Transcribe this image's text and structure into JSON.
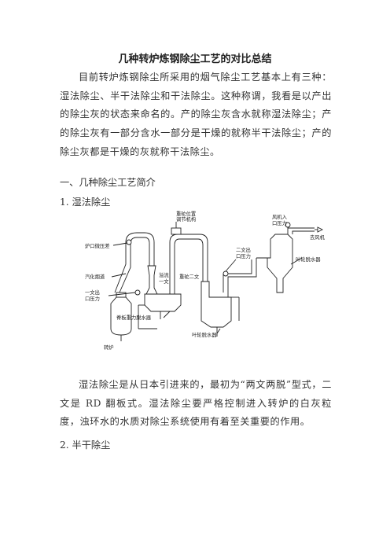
{
  "doc": {
    "title": "几种转炉炼钢除尘工艺的对比总结",
    "intro": "目前转炉炼钢除尘所采用的烟气除尘工艺基本上有三种：湿法除尘、半干法除尘和干法除尘。这种称谓，我看是以产出的除尘灰的状态来命名的。产的除尘灰含水就称湿法除尘；产的除尘灰有一部分含水一部分是干燥的就称半干法除尘；产的除尘灰都是干燥的灰就称干法除尘。",
    "section1": "一、几种除尘工艺简介",
    "sub1": "1. 湿法除尘",
    "desc1": "湿法除尘是从日本引进来的，最初为“两文两脱”型式，二文是 RD 翻板式。湿法除尘要严格控制进入转炉的白灰粒度，浊环水的水质对除尘系统使用有着至关重要的作用。",
    "sub2": "2. 半干除尘"
  },
  "diagram": {
    "labels": {
      "furnace_pressure": "炉口微压差",
      "vapor_flue": "汽化烟道",
      "first_venturi_pressure_1": "一文出",
      "first_venturi_pressure_2": "口压力",
      "fan_pressure_1": "风机入",
      "fan_pressure_2": "口压力",
      "to_fan": "去风机",
      "heavy_position_1": "重砣位置",
      "heavy_position_2": "调节机构",
      "overflow_1": "溢流",
      "overflow_2": "一文",
      "heavy_second_venturi": "重砣二文",
      "second_venturi_pressure_1": "二文出",
      "second_venturi_pressure_2": "口压力",
      "impeller_dehydrator_right": "叶轮脱水器",
      "gravity_dehydrator": "脊板重力脱水器",
      "impeller_dehydrator_bottom": "叶轮脱水器",
      "converter": "转炉"
    }
  }
}
